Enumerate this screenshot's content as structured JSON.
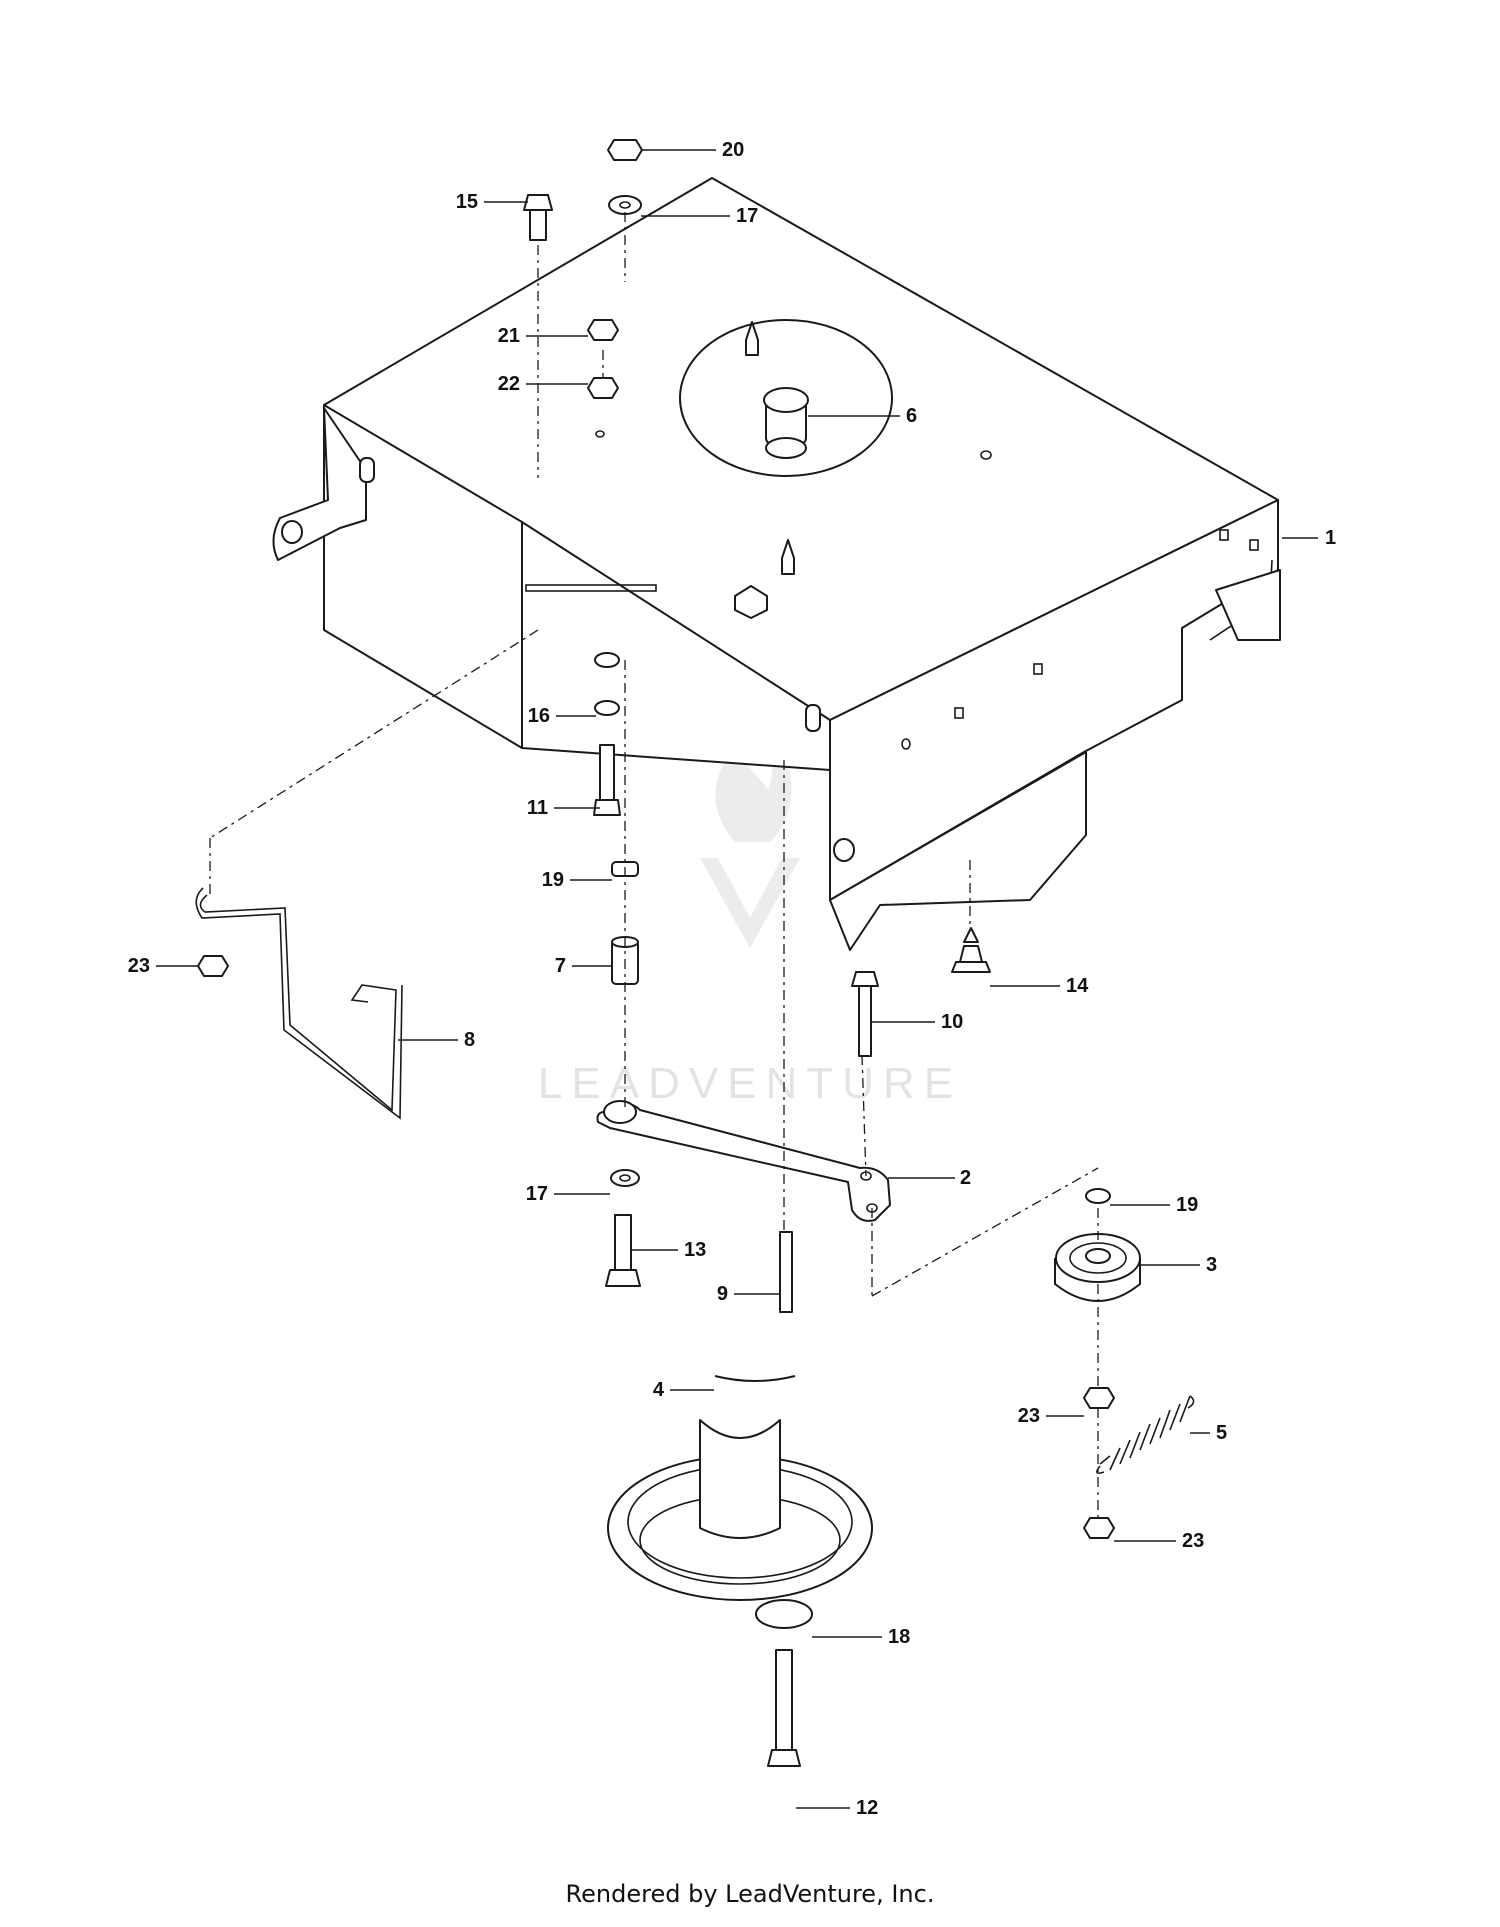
{
  "watermark": {
    "text": "LEADVENTURE"
  },
  "footer": {
    "text": "Rendered by LeadVenture, Inc."
  },
  "callouts": [
    {
      "id": "c1",
      "label": "1"
    },
    {
      "id": "c2",
      "label": "2"
    },
    {
      "id": "c3",
      "label": "3"
    },
    {
      "id": "c4",
      "label": "4"
    },
    {
      "id": "c5",
      "label": "5"
    },
    {
      "id": "c6",
      "label": "6"
    },
    {
      "id": "c7",
      "label": "7"
    },
    {
      "id": "c8",
      "label": "8"
    },
    {
      "id": "c9",
      "label": "9"
    },
    {
      "id": "c10",
      "label": "10"
    },
    {
      "id": "c11",
      "label": "11"
    },
    {
      "id": "c12",
      "label": "12"
    },
    {
      "id": "c13",
      "label": "13"
    },
    {
      "id": "c14",
      "label": "14"
    },
    {
      "id": "c15",
      "label": "15"
    },
    {
      "id": "c16",
      "label": "16"
    },
    {
      "id": "c17a",
      "label": "17"
    },
    {
      "id": "c17b",
      "label": "17"
    },
    {
      "id": "c18",
      "label": "18"
    },
    {
      "id": "c19a",
      "label": "19"
    },
    {
      "id": "c19b",
      "label": "19"
    },
    {
      "id": "c20",
      "label": "20"
    },
    {
      "id": "c21",
      "label": "21"
    },
    {
      "id": "c22",
      "label": "22"
    },
    {
      "id": "c23a",
      "label": "23"
    },
    {
      "id": "c23b",
      "label": "23"
    },
    {
      "id": "c23c",
      "label": "23"
    }
  ]
}
